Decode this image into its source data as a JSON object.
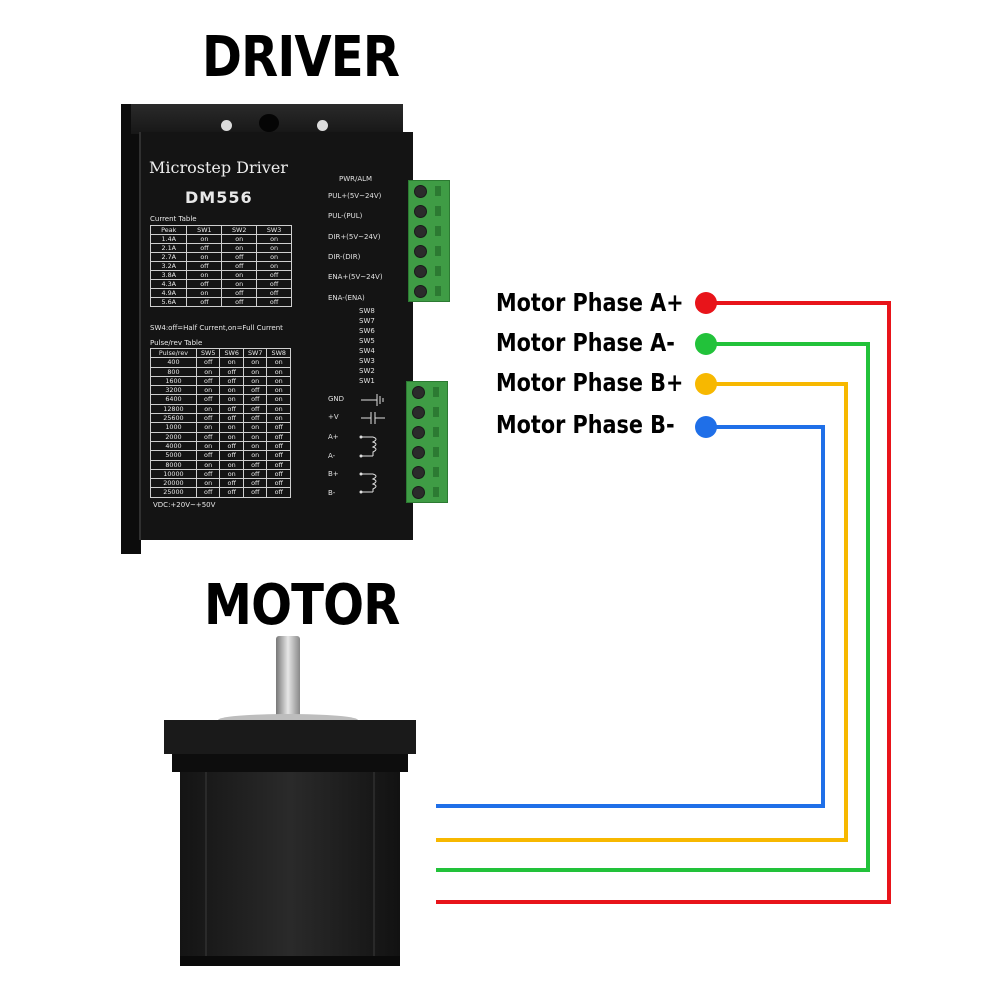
{
  "titles": {
    "driver": "DRIVER",
    "motor": "MOTOR"
  },
  "driver": {
    "brand": "Microstep Driver",
    "model": "DM556",
    "current_table_title": "Current Table",
    "current_table": {
      "headers": [
        "Peak",
        "SW1",
        "SW2",
        "SW3"
      ],
      "rows": [
        [
          "1.4A",
          "on",
          "on",
          "on"
        ],
        [
          "2.1A",
          "off",
          "on",
          "on"
        ],
        [
          "2.7A",
          "on",
          "off",
          "on"
        ],
        [
          "3.2A",
          "off",
          "off",
          "on"
        ],
        [
          "3.8A",
          "on",
          "on",
          "off"
        ],
        [
          "4.3A",
          "off",
          "on",
          "off"
        ],
        [
          "4.9A",
          "on",
          "off",
          "off"
        ],
        [
          "5.6A",
          "off",
          "off",
          "off"
        ]
      ]
    },
    "sw4_note": "SW4:off=Half Current,on=Full Current",
    "pulse_table_title": "Pulse/rev Table",
    "pulse_table": {
      "headers": [
        "Pulse/rev",
        "SW5",
        "SW6",
        "SW7",
        "SW8"
      ],
      "rows": [
        [
          "400",
          "off",
          "on",
          "on",
          "on"
        ],
        [
          "800",
          "on",
          "off",
          "on",
          "on"
        ],
        [
          "1600",
          "off",
          "off",
          "on",
          "on"
        ],
        [
          "3200",
          "on",
          "on",
          "off",
          "on"
        ],
        [
          "6400",
          "off",
          "on",
          "off",
          "on"
        ],
        [
          "12800",
          "on",
          "off",
          "off",
          "on"
        ],
        [
          "25600",
          "off",
          "off",
          "off",
          "on"
        ],
        [
          "1000",
          "on",
          "on",
          "on",
          "off"
        ],
        [
          "2000",
          "off",
          "on",
          "on",
          "off"
        ],
        [
          "4000",
          "on",
          "off",
          "on",
          "off"
        ],
        [
          "5000",
          "off",
          "off",
          "on",
          "off"
        ],
        [
          "8000",
          "on",
          "on",
          "off",
          "off"
        ],
        [
          "10000",
          "off",
          "on",
          "off",
          "off"
        ],
        [
          "20000",
          "on",
          "off",
          "off",
          "off"
        ],
        [
          "25000",
          "off",
          "off",
          "off",
          "off"
        ]
      ]
    },
    "vdc": "VDC:+20V~+50V",
    "signal_labels": [
      "PWR/ALM",
      "PUL+(5V~24V)",
      "PUL-(PUL)",
      "DIR+(5V~24V)",
      "DIR-(DIR)",
      "ENA+(5V~24V)",
      "ENA-(ENA)"
    ],
    "switch_labels": [
      "SW8",
      "SW7",
      "SW6",
      "SW5",
      "SW4",
      "SW3",
      "SW2",
      "SW1"
    ],
    "power_labels": [
      "GND",
      "+V",
      "A+",
      "A-",
      "B+",
      "B-"
    ]
  },
  "phases": [
    {
      "label": "Motor Phase A+",
      "color": "#e8141a"
    },
    {
      "label": "Motor Phase A-",
      "color": "#22c23a"
    },
    {
      "label": "Motor Phase B+",
      "color": "#f7b800"
    },
    {
      "label": "Motor Phase B-",
      "color": "#1f6fe8"
    }
  ]
}
